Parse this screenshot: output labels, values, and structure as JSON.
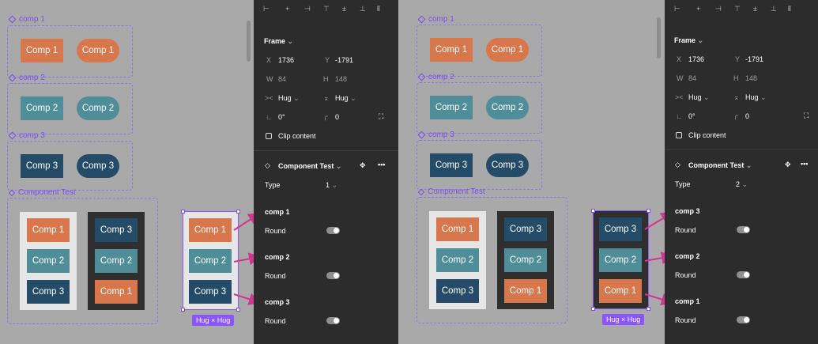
{
  "labels": {
    "comp1_frame": "comp 1",
    "comp2_frame": "comp 2",
    "comp3_frame": "comp 3",
    "component_test_frame": "Component Test"
  },
  "buttons": {
    "comp1": "Comp 1",
    "comp2": "Comp 2",
    "comp3": "Comp 3"
  },
  "selection_badge": "Hug × Hug",
  "panel": {
    "frame_title": "Frame",
    "x_label": "X",
    "x_value": "1736",
    "y_label": "Y",
    "y_value": "-1791",
    "w_label": "W",
    "w_value": "84",
    "h_label": "H",
    "h_value": "148",
    "hug_h": "Hug",
    "hug_v": "Hug",
    "rotation": "0°",
    "radius": "0",
    "clip_content": "Clip content",
    "component_name": "Component Test",
    "type_label": "Type",
    "round_label": "Round",
    "more": "•••"
  },
  "variants": [
    {
      "type_value": "1",
      "props": [
        "comp 1",
        "comp 2",
        "comp 3"
      ]
    },
    {
      "type_value": "2",
      "props": [
        "comp 3",
        "comp 2",
        "comp 1"
      ]
    }
  ],
  "colors": {
    "comp1": "#d8764c",
    "comp2": "#4f8d99",
    "comp3": "#244c69",
    "selection": "#8a55ff",
    "arrow": "#d23592",
    "panel_bg": "#2c2c2c"
  }
}
